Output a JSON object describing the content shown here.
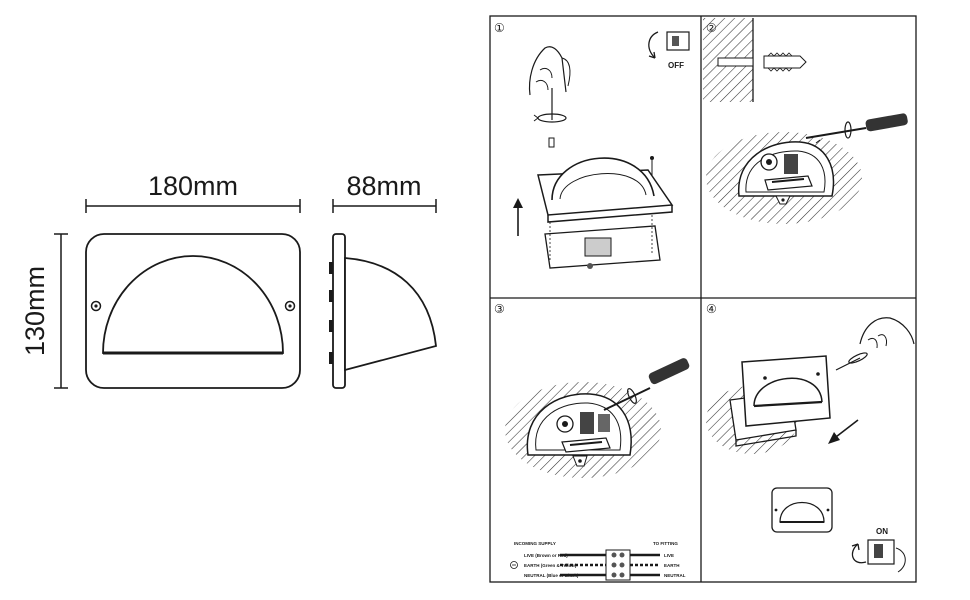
{
  "dimensions": {
    "width": "180mm",
    "depth": "88mm",
    "height": "130mm"
  },
  "steps": [
    {
      "number": "①",
      "switch_label": "OFF"
    },
    {
      "number": "②"
    },
    {
      "number": "③"
    },
    {
      "number": "④",
      "switch_label": "ON"
    }
  ],
  "wiring": {
    "left_header": "INCOMING SUPPLY",
    "right_header": "TO FITTING",
    "rows": [
      {
        "left": "LIVE (Brown or Red)",
        "right": "LIVE"
      },
      {
        "left": "EARTH (Green & Yellow)",
        "right": "EARTH"
      },
      {
        "left": "NEUTRAL (Blue or Black)",
        "right": "NEUTRAL"
      }
    ]
  },
  "colors": {
    "line": "#1a1a1a",
    "background": "#ffffff"
  }
}
